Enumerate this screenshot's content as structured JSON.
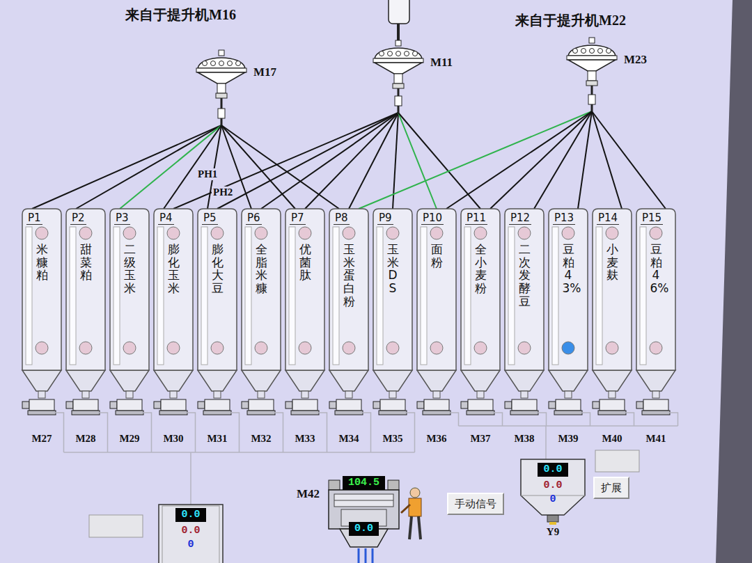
{
  "diagram": {
    "nodes": [
      {
        "text": [
          "M17"
        ]
      },
      {
        "text": [
          "M11"
        ]
      },
      {
        "text": [
          "M23"
        ]
      },
      {
        "text": [
          "P1",
          "米糠粕"
        ]
      },
      {
        "text": [
          "P2",
          "甜菜粕"
        ]
      },
      {
        "text": [
          "P3",
          "二级玉米"
        ]
      },
      {
        "text": [
          "P4",
          "膨化玉米"
        ]
      },
      {
        "text": [
          "P5",
          "膨化大豆"
        ]
      },
      {
        "text": [
          "P6",
          "全脂米糠"
        ]
      },
      {
        "text": [
          "P7",
          "优菌肽"
        ]
      },
      {
        "text": [
          "P8",
          "玉米蛋白粉"
        ]
      },
      {
        "text": [
          "P9",
          "玉米DS"
        ]
      },
      {
        "text": [
          "P10",
          "面粉"
        ]
      },
      {
        "text": [
          "P11",
          "全小麦粉"
        ]
      },
      {
        "text": [
          "P12",
          "二次发酵豆"
        ]
      },
      {
        "text": [
          "P13",
          "豆粕43%"
        ]
      },
      {
        "text": [
          "P14",
          "小麦麸"
        ]
      },
      {
        "text": [
          "P15",
          "豆粕46%"
        ]
      },
      {
        "text": [
          "0.0",
          "0.0",
          "0"
        ]
      },
      {
        "text": [
          "M42",
          "104.5",
          "0.0"
        ]
      },
      {
        "text": [
          "手动信号"
        ]
      },
      {
        "text": [
          "0.0",
          "0.0",
          "0"
        ]
      },
      {
        "text": [
          "扩展"
        ]
      }
    ],
    "edges": [
      {
        "from": 0,
        "to": 3,
        "arrow": "none"
      },
      {
        "from": 0,
        "to": 4,
        "arrow": "none"
      },
      {
        "from": 0,
        "to": 5,
        "arrow": "none"
      },
      {
        "from": 0,
        "to": 6,
        "arrow": "none"
      },
      {
        "from": 0,
        "to": 7,
        "arrow": "none"
      },
      {
        "from": 0,
        "to": 8,
        "arrow": "none"
      },
      {
        "from": 0,
        "to": 9,
        "arrow": "none"
      },
      {
        "from": 0,
        "to": 10,
        "arrow": "none"
      },
      {
        "from": 1,
        "to": 6,
        "arrow": "none"
      },
      {
        "from": 1,
        "to": 7,
        "arrow": "none"
      },
      {
        "from": 1,
        "to": 8,
        "arrow": "none"
      },
      {
        "from": 1,
        "to": 9,
        "arrow": "none"
      },
      {
        "from": 1,
        "to": 10,
        "arrow": "none"
      },
      {
        "from": 1,
        "to": 11,
        "arrow": "none"
      },
      {
        "from": 1,
        "to": 12,
        "arrow": "none"
      },
      {
        "from": 1,
        "to": 13,
        "arrow": "none"
      },
      {
        "from": 2,
        "to": 10,
        "arrow": "none"
      },
      {
        "from": 2,
        "to": 12,
        "arrow": "none"
      },
      {
        "from": 2,
        "to": 13,
        "arrow": "none"
      },
      {
        "from": 2,
        "to": 14,
        "arrow": "none"
      },
      {
        "from": 2,
        "to": 15,
        "arrow": "none"
      },
      {
        "from": 2,
        "to": 16,
        "arrow": "none"
      },
      {
        "from": 2,
        "to": 17,
        "arrow": "none"
      }
    ],
    "labels": [
      "来自于提升机M16",
      "来自于提升机M22",
      "PH1",
      "PH2",
      "M27",
      "M28",
      "M29",
      "M30",
      "M31",
      "M32",
      "M33",
      "M34",
      "M35",
      "M36",
      "M37",
      "M38",
      "M39",
      "M40",
      "M41",
      "Y9"
    ]
  }
}
